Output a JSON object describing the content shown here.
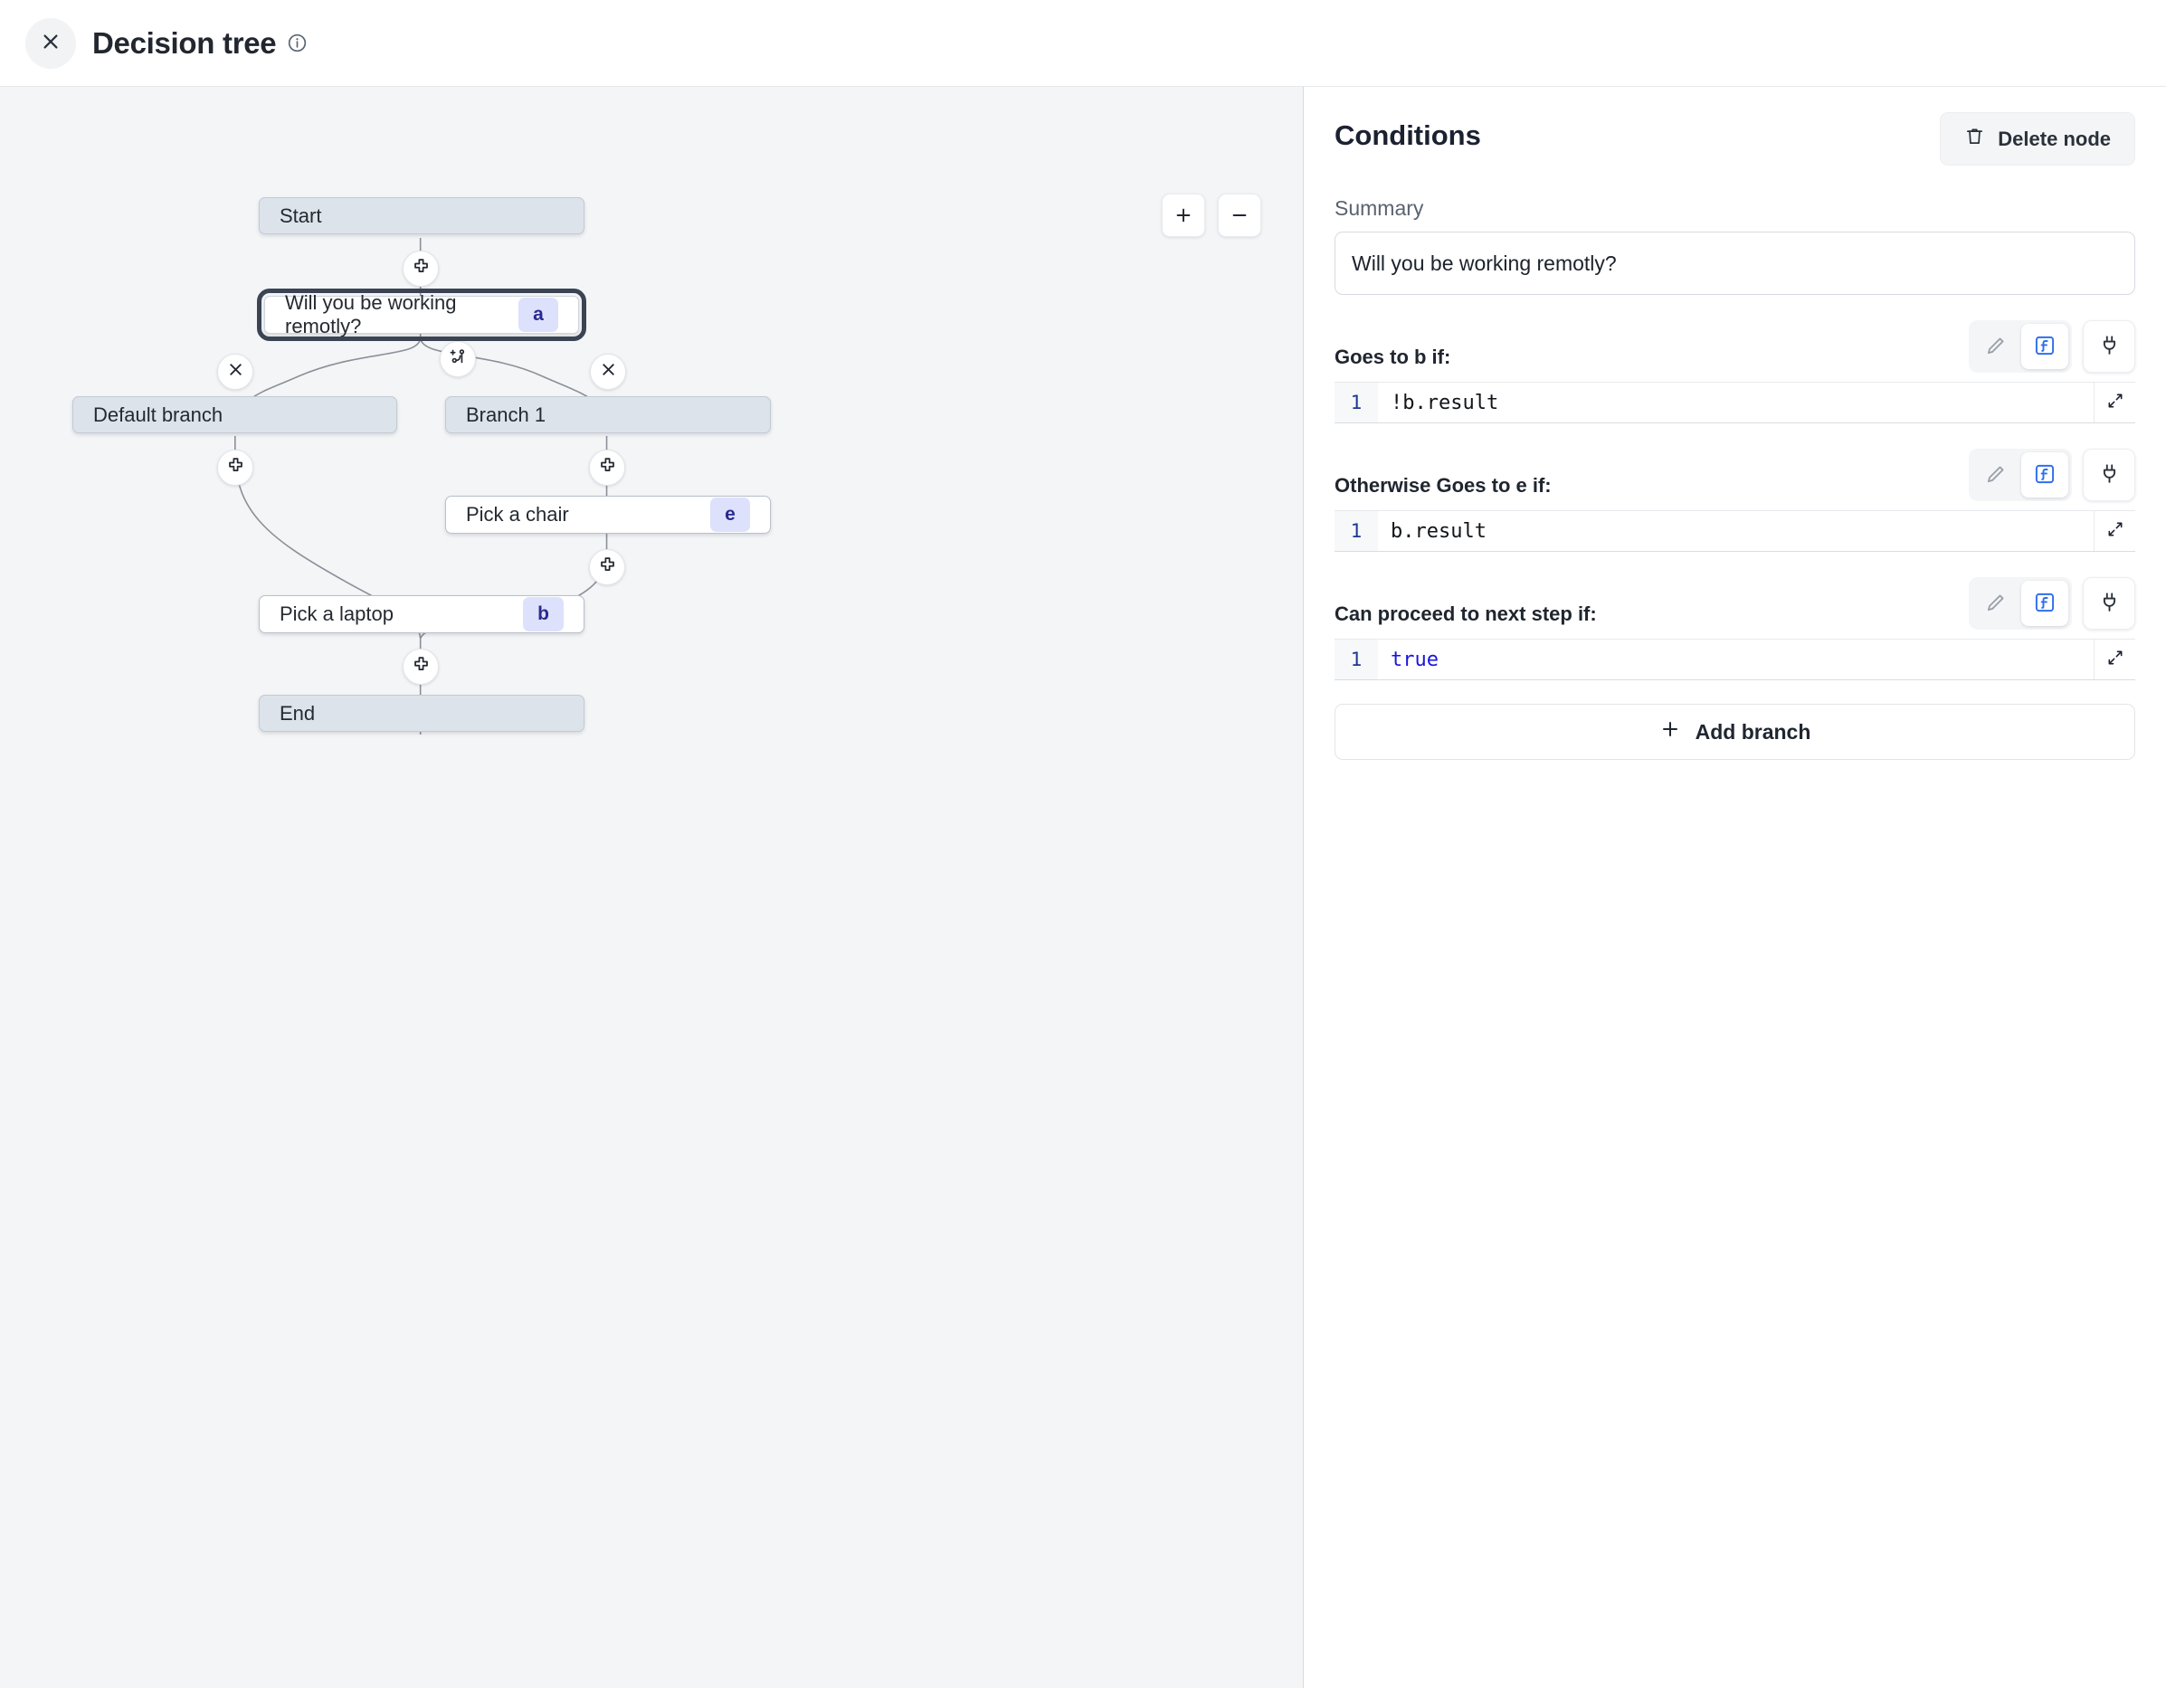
{
  "header": {
    "title": "Decision tree",
    "close_icon": "close-icon",
    "info_icon": "info-icon"
  },
  "canvas": {
    "zoom_in_label": "+",
    "zoom_out_label": "−",
    "nodes": [
      {
        "id": "start",
        "label": "Start",
        "badge": "",
        "type": "terminal"
      },
      {
        "id": "a",
        "label": "Will you be working remotly?",
        "badge": "a",
        "type": "selected"
      },
      {
        "id": "def",
        "label": "Default branch",
        "badge": "",
        "type": "terminal"
      },
      {
        "id": "br1",
        "label": "Branch 1",
        "badge": "",
        "type": "terminal"
      },
      {
        "id": "e",
        "label": "Pick a chair",
        "badge": "e",
        "type": "step"
      },
      {
        "id": "b",
        "label": "Pick a laptop",
        "badge": "b",
        "type": "step"
      },
      {
        "id": "end",
        "label": "End",
        "badge": "",
        "type": "terminal"
      }
    ],
    "handles": [
      {
        "id": "h-start-a",
        "icon": "plus-icon"
      },
      {
        "id": "h-branch",
        "icon": "add-branch-icon"
      },
      {
        "id": "h-del-left",
        "icon": "close-icon"
      },
      {
        "id": "h-del-right",
        "icon": "close-icon"
      },
      {
        "id": "h-def-b",
        "icon": "plus-icon"
      },
      {
        "id": "h-br1-e",
        "icon": "plus-icon"
      },
      {
        "id": "h-e-b",
        "icon": "plus-icon"
      },
      {
        "id": "h-b-end",
        "icon": "plus-icon"
      }
    ]
  },
  "panel": {
    "title": "Conditions",
    "delete_node_label": "Delete node",
    "summary_label": "Summary",
    "summary_value": "Will you be working remotly?",
    "conditions": [
      {
        "label": "Goes to b if:",
        "line_no": "1",
        "code": "!b.result",
        "keyword": false
      },
      {
        "label": "Otherwise Goes to e if:",
        "line_no": "1",
        "code": "b.result",
        "keyword": false
      },
      {
        "label": "Can proceed to next step if:",
        "line_no": "1",
        "code": "true",
        "keyword": true
      }
    ],
    "tools": {
      "edit_icon": "pencil-icon",
      "function_icon": "function-icon",
      "connect_icon": "plug-icon",
      "expand_icon": "expand-icon"
    },
    "add_branch_label": "Add branch"
  },
  "colors": {
    "accent": "#2f6fed",
    "badge_bg": "#dde1fb",
    "badge_text": "#2a2a8f",
    "terminal_bg": "#dde3ea",
    "canvas_bg": "#f4f5f7",
    "keyword": "#1a14e0"
  }
}
